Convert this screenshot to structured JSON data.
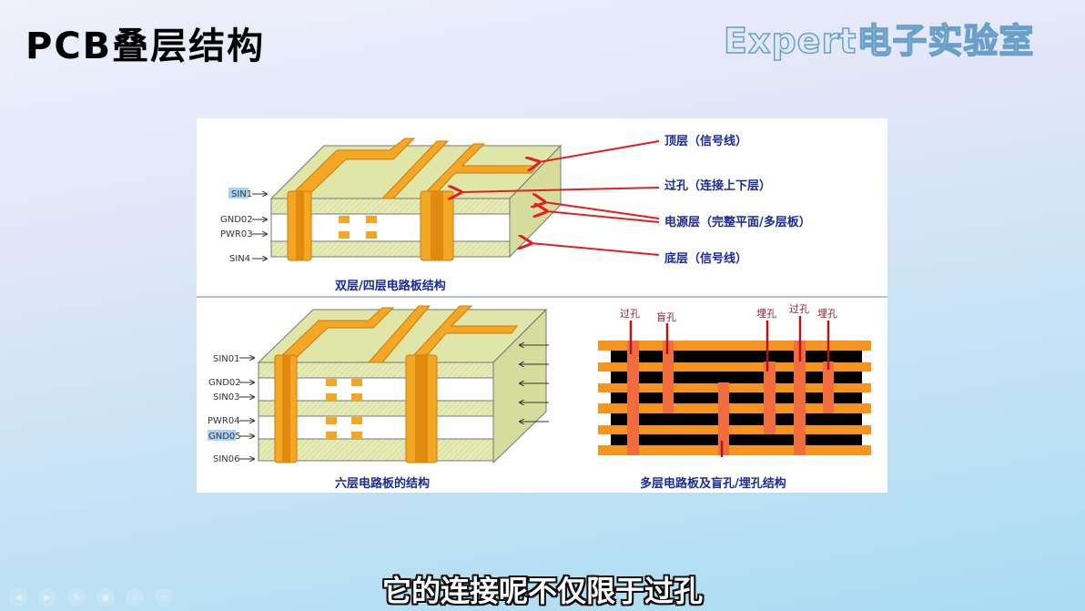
{
  "slide": {
    "title": "PCB叠层结构",
    "watermark": "Expert电子实验室",
    "subtitle": "它的连接呢不仅限于过孔"
  },
  "top_diagram": {
    "caption": "双层/四层电路板结构",
    "layers": [
      "SIN1",
      "GND02",
      "PWR03",
      "SIN4"
    ],
    "callouts": [
      "顶层（信号线）",
      "过孔（连接上下层）",
      "电源层（完整平面/多层板）",
      "底层（信号线）"
    ]
  },
  "six_layer_diagram": {
    "caption": "六层电路板的结构",
    "layers": [
      "SIN01",
      "GND02",
      "SIN03",
      "PWR04",
      "GND05",
      "SIN06"
    ]
  },
  "blind_via_diagram": {
    "caption": "多层电路板及盲孔/埋孔结构",
    "labels": [
      "过孔",
      "盲孔",
      "埋孔",
      "过孔",
      "埋孔"
    ]
  },
  "colors": {
    "copper": "#f5a623",
    "substrate": "#e8ecb8",
    "via_red": "#f26d3d",
    "callout_text": "#1a2a9a",
    "arrow": "#e02020"
  },
  "controls": [
    "prev-icon",
    "next-icon",
    "pen-icon",
    "screen-icon",
    "zoom-icon",
    "more-icon"
  ]
}
